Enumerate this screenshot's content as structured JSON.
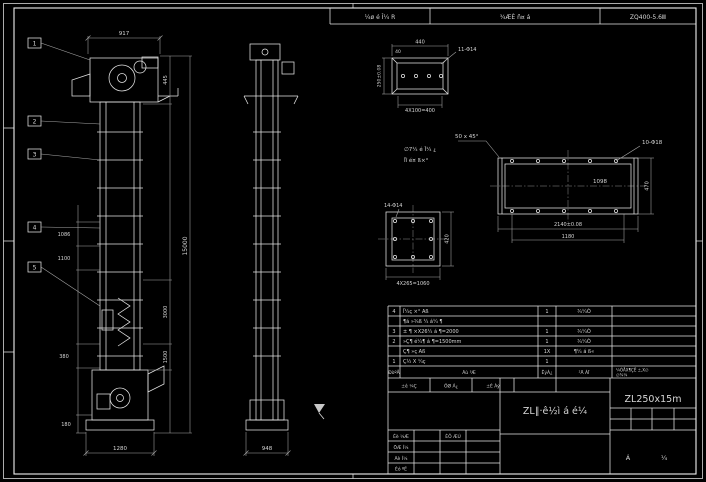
{
  "colors": {
    "background": "#000000",
    "line": "#e4e4e4",
    "dim": "#a8a8a8",
    "text": "#d6d6d6"
  },
  "header_strip": {
    "cell1": "¼ø é Î¼ R",
    "cell2": "¾ÆÈ ñ¤ á",
    "cell3": "ZQ400-5.6Ⅲ"
  },
  "front_view": {
    "balloons": [
      "1",
      "2",
      "3",
      "4",
      "5"
    ],
    "dim_top_width": "917",
    "dim_total_height": "15000",
    "dim_head_height": "445",
    "dim_seg_a": "3000",
    "dim_seg_b": "1500",
    "dim_left_a": "1086",
    "dim_left_b": "1100",
    "dim_left_c": "380",
    "dim_left_d": "180",
    "dim_base_width": "1280"
  },
  "side_view": {
    "dim_base_width": "948"
  },
  "details": {
    "channel": {
      "dim_width": "440",
      "dim_offset": "40",
      "dim_height": "250±0.08",
      "holes": "11-Φ14",
      "dim_spacing": "4X100=400"
    },
    "chamfer_note": "50 x 45°",
    "plate": {
      "holes": "10-Φ18",
      "dim_inner": "1098",
      "dim_height": "470",
      "dim_length": "2140±0.08",
      "dim_spacing": "1180",
      "note_line1": "∅7¼ é Î¼ ¿",
      "note_line2": "Ïî é¤ ß×°"
    },
    "square": {
      "holes": "14-Φ14",
      "dim_height": "420",
      "dim_spacing": "4X265=1060"
    }
  },
  "parts_table": {
    "header": {
      "no": "ÐòºÅ",
      "name": "Ãû ³Æ",
      "qty": "ÊýÁ¿",
      "mat": "²Ä ÁÏ"
    },
    "rows": [
      {
        "no": "4",
        "name": "Ï¼ç ×° Aß",
        "qty": "1",
        "mat": "¾¼Ò"
      },
      {
        "no": "",
        "name": "¶á »¾ß ¼ á¼ ¶",
        "qty": "",
        "mat": ""
      },
      {
        "no": "3",
        "name": "± ¶ ×X26¼ á ¶=2000",
        "qty": "1",
        "mat": "¾¼Ò"
      },
      {
        "no": "2",
        "name": "»Ç¶ é¼¶ á ¶=1500mm",
        "qty": "1",
        "mat": "¾¼Ò"
      },
      {
        "no": "",
        "name": "Ç¶ »ç Aß",
        "qty": "1X",
        "mat": "¶¼ á ß«"
      },
      {
        "no": "1",
        "name": "Ç½ X ¼ç",
        "qty": "1",
        "mat": ""
      }
    ],
    "side_note_line1": "¼ÒÅX¶ÇÊ ±,X∅",
    "side_note_line2": "∅¾¼"
  },
  "title_block": {
    "row_labels": [
      "±ê ¼Ç",
      "ÖØ Á¿",
      "±È Àý"
    ],
    "sign_rows": [
      "Éè ¼Æ",
      "ÖÆ Í¼",
      "Ãè Í¼",
      "Éó ºË"
    ],
    "date_label": "ÈÕ ÆÚ",
    "drawing_title": "ZL∥·ê½ì á é¼",
    "model": "ZL250x15m",
    "footer_left": "Á",
    "footer_right": "¼"
  }
}
